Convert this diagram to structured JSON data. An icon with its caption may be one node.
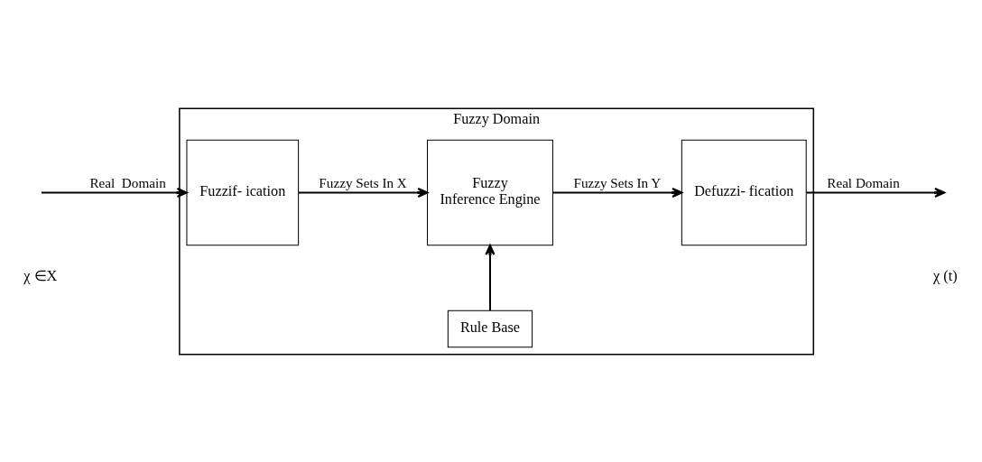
{
  "diagram": {
    "nodes": [
      {
        "text": [
          "Fuzzy Domain"
        ]
      },
      {
        "text": [
          "Fuzzif- ication"
        ],
        "in": 0
      },
      {
        "text": [
          "Fuzzy",
          "Inference Engine"
        ],
        "in": 0
      },
      {
        "text": [
          "Defuzzi- fication"
        ],
        "in": 0
      },
      {
        "text": [
          "Rule Base"
        ],
        "in": 0
      }
    ],
    "edges": [
      {
        "from": null,
        "to": 1,
        "arrow": "to",
        "label": "Real  Domain"
      },
      {
        "from": 1,
        "to": 2,
        "arrow": "to",
        "label": "Fuzzy Sets In X"
      },
      {
        "from": 2,
        "to": 3,
        "arrow": "to",
        "label": "Fuzzy Sets In Y"
      },
      {
        "from": 3,
        "to": null,
        "arrow": "to",
        "label": "Real Domain"
      },
      {
        "from": 4,
        "to": 2,
        "arrow": "to"
      }
    ],
    "labels": [
      "χ ∈X",
      "χ (t)"
    ]
  }
}
